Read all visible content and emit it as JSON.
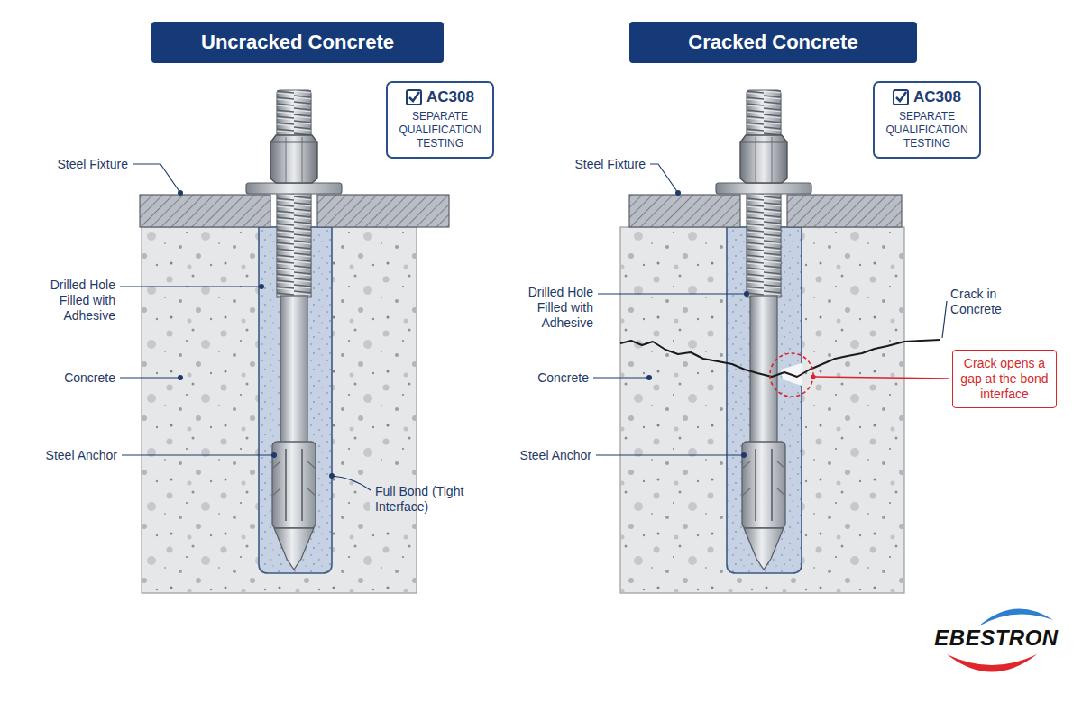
{
  "diagram": {
    "nodes": [
      {
        "text": [
          "Uncracked Concrete"
        ]
      },
      {
        "text": [
          "Cracked Concrete"
        ]
      },
      {
        "text": [
          "AC308",
          "SEPARATE QUALIFICATION TESTING"
        ]
      },
      {
        "text": [
          "AC308",
          "SEPARATE QUALIFICATION TESTING"
        ]
      },
      {
        "text": [
          "Crack opens a gap at the bond interface"
        ]
      }
    ],
    "labels": [
      "Steel Fixture",
      "Drilled Hole Filled with Adhesive",
      "Concrete",
      "Steel Anchor",
      "Full Bond (Tight Interface)",
      "Steel Fixture",
      "Drilled Hole Filled with Adhesive",
      "Concrete",
      "Steel Anchor",
      "Crack in Concrete",
      "EBESTRON"
    ]
  }
}
